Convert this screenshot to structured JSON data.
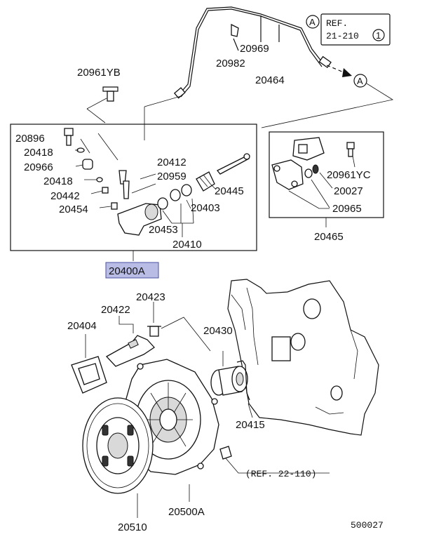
{
  "callouts": {
    "ref_circle_a": "A",
    "ref_a_line1": "REF.",
    "ref_a_line2": "21-210",
    "ref_a_index": "1",
    "arrow_circle_a": "A",
    "ref_22": "(REF. 22-110)",
    "page_code": "500027"
  },
  "parts": {
    "p20961yb": "20961YB",
    "p20969": "20969",
    "p20982": "20982",
    "p20464": "20464",
    "p20896": "20896",
    "p20418a": "20418",
    "p20966": "20966",
    "p20418b": "20418",
    "p20442": "20442",
    "p20454": "20454",
    "p20412": "20412",
    "p20959": "20959",
    "p20445": "20445",
    "p20403": "20403",
    "p20453": "20453",
    "p20410": "20410",
    "p20961yc": "20961YC",
    "p20027": "20027",
    "p20965": "20965",
    "p20465": "20465",
    "p20400a": "20400A",
    "p20423": "20423",
    "p20422": "20422",
    "p20404": "20404",
    "p20430": "20430",
    "p20415": "20415",
    "p20510": "20510",
    "p20500a": "20500A"
  },
  "highlight_color": "#b9bde6"
}
